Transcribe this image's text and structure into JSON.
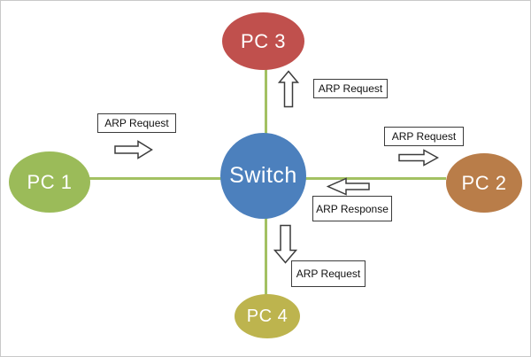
{
  "diagram": {
    "type": "network-topology",
    "background": "#ffffff",
    "frame_border_color": "#c9c9c9",
    "nodes": {
      "switch": {
        "label": "Switch",
        "shape": "circle",
        "color": "#4c80bd",
        "text_color": "#ffffff"
      },
      "pc1": {
        "label": "PC 1",
        "shape": "ellipse",
        "color": "#9bbb59",
        "text_color": "#ffffff"
      },
      "pc2": {
        "label": "PC 2",
        "shape": "ellipse",
        "color": "#b97d49",
        "text_color": "#ffffff"
      },
      "pc3": {
        "label": "PC 3",
        "shape": "ellipse",
        "color": "#c0504d",
        "text_color": "#ffffff"
      },
      "pc4": {
        "label": "PC 4",
        "shape": "ellipse",
        "color": "#bdb44e",
        "text_color": "#ffffff"
      }
    },
    "links": {
      "color": "#a3c162",
      "connections": [
        "PC 1 - Switch",
        "PC 2 - Switch",
        "PC 3 - Switch",
        "PC 4 - Switch"
      ]
    },
    "messages": {
      "pc1_request": {
        "label": "ARP Request",
        "arrow_direction": "right",
        "between": "PC 1 and Switch"
      },
      "pc3_request": {
        "label": "ARP Request",
        "arrow_direction": "up",
        "between": "Switch and PC 3"
      },
      "pc2_request": {
        "label": "ARP Request",
        "arrow_direction": "right",
        "between": "Switch and PC 2"
      },
      "pc2_response": {
        "label": "ARP Response",
        "arrow_direction": "left",
        "between": "PC 2 and Switch"
      },
      "pc4_request": {
        "label": "ARP Request",
        "arrow_direction": "down",
        "between": "Switch and PC 4"
      }
    }
  }
}
